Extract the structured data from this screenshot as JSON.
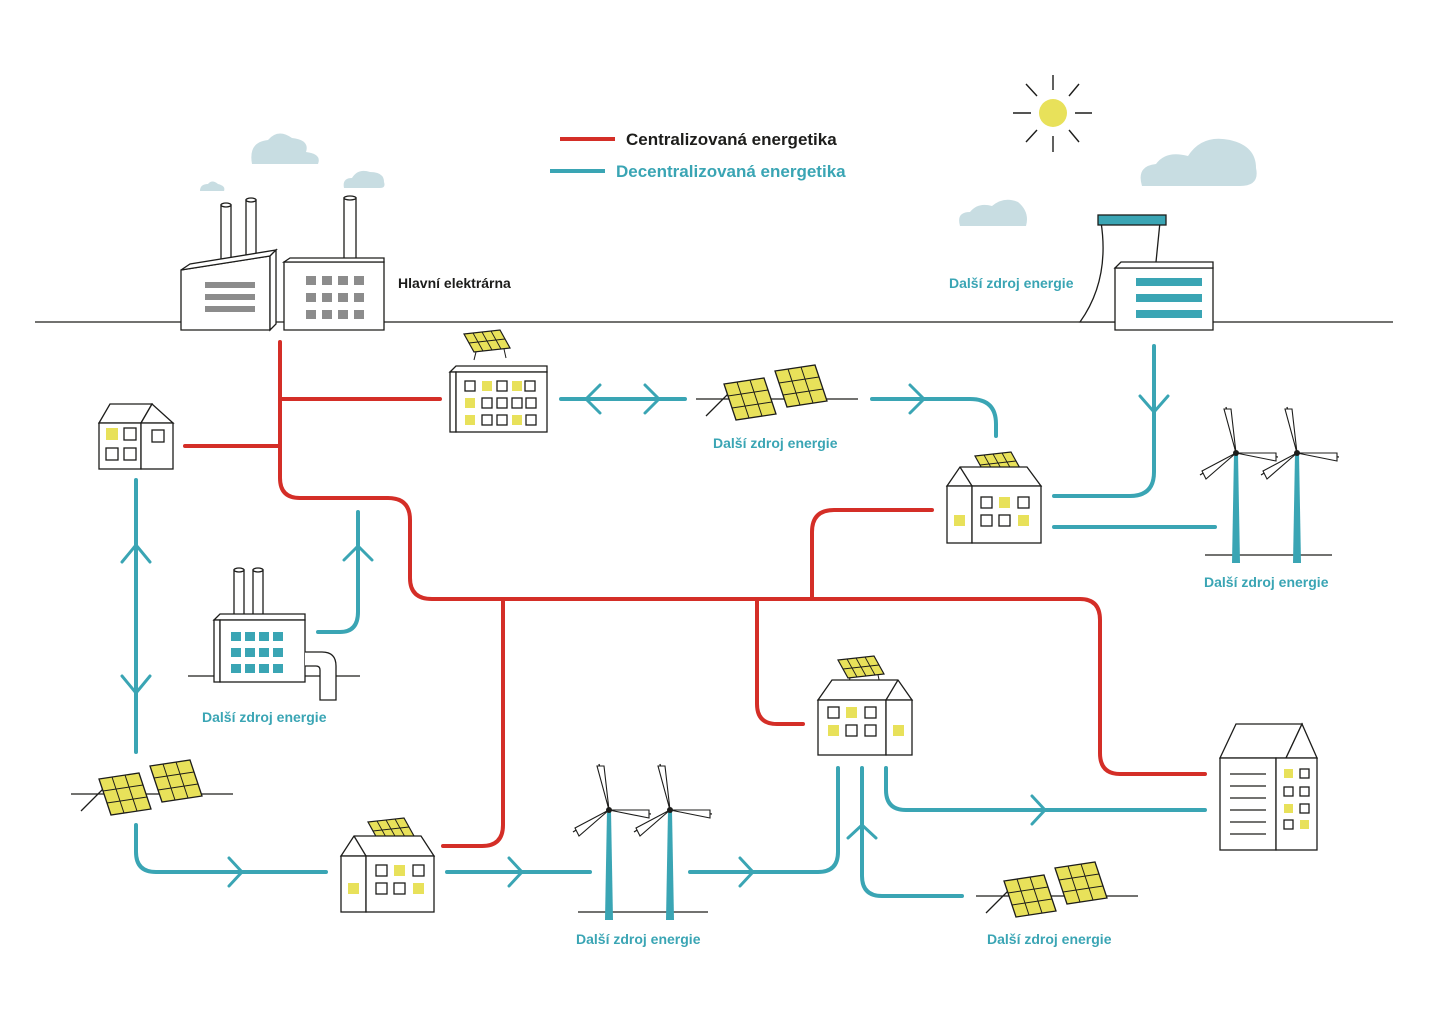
{
  "legend": {
    "centralized": "Centralizovaná energetika",
    "decentralized": "Decentralizovaná energetika"
  },
  "labels": {
    "main_plant": "Hlavní elektrárna",
    "other_source": "Další zdroj energie"
  },
  "colors": {
    "centralized": "#d42e27",
    "decentralized": "#3aa5b4",
    "solar": "#e8e15a",
    "cloud": "#c8dde2",
    "outline": "#1d1d1b",
    "factory_gray": "#8c8c8c"
  }
}
